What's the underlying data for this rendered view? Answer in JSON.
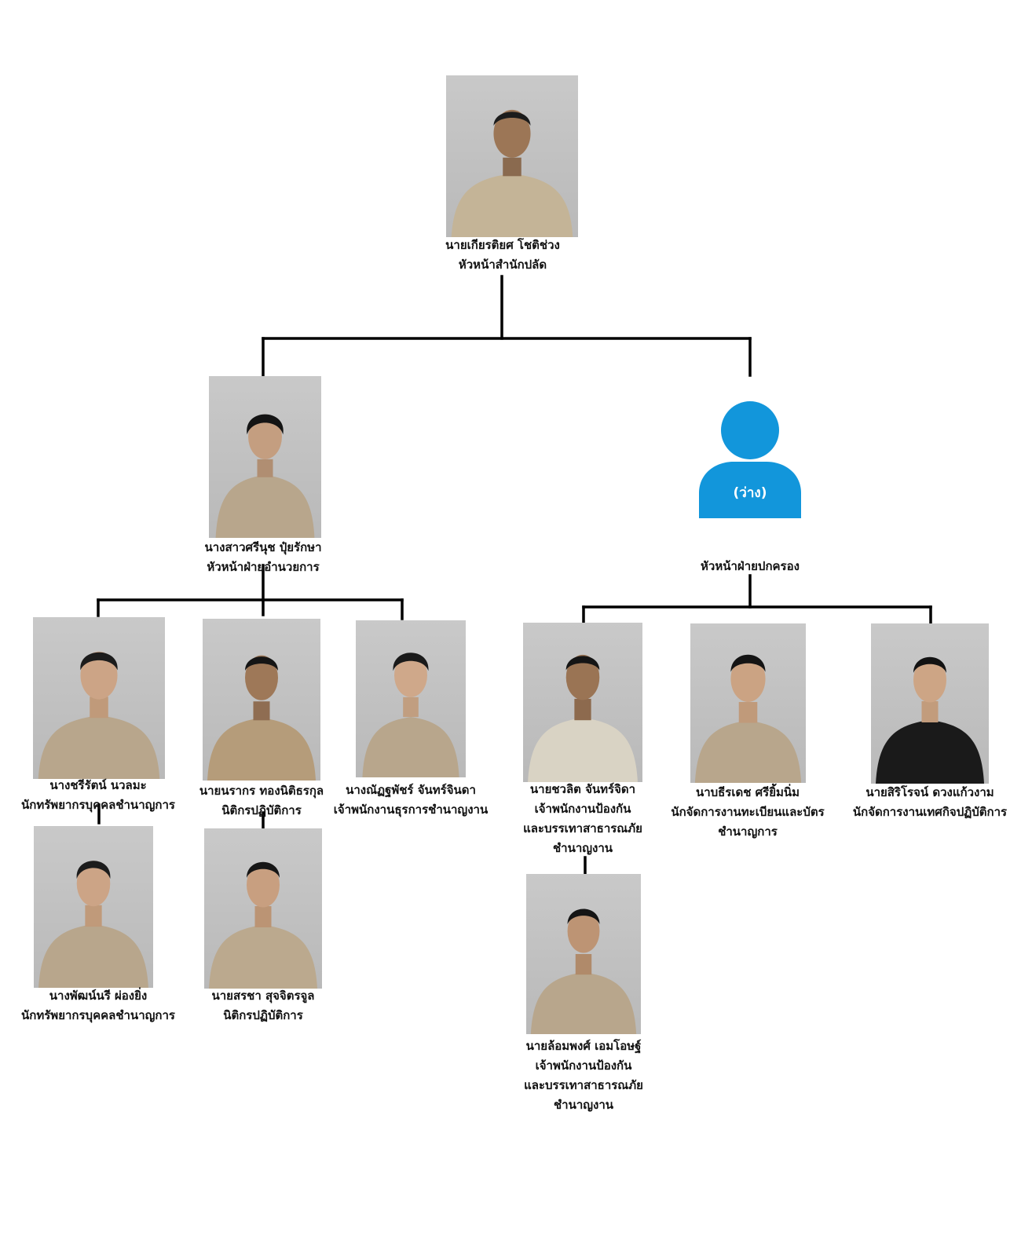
{
  "colors": {
    "line": "#000000",
    "avatar": "#1296db",
    "uniform_khaki": "#b8a68c",
    "uniform_white": "#d9d3c4",
    "uniform_black": "#1a1a1a"
  },
  "head": {
    "name": "นายเกียรติยศ โชติช่วง",
    "title": "หัวหน้าสำนักปลัด"
  },
  "admin": {
    "head": {
      "name": "นางสาวศรีนุช ปุ๋ยรักษา",
      "title": "หัวหน้าฝ่ายอำนวยการ"
    },
    "staff": [
      {
        "name": "นางชรีรัตน์ นวลมะ",
        "title": "นักทรัพยากรบุคคลชำนาญการ"
      },
      {
        "name": "นายนรากร ทองนิติธรกุล",
        "title": "นิติกรปฏิบัติการ"
      },
      {
        "name": "นางณัฏฐพัชร์ จันทร์จินดา",
        "title": "เจ้าพนักงานธุรการชำนาญงาน"
      },
      {
        "name": "นางพัฒน์นรี ผ่องยิ่ง",
        "title": "นักทรัพยากรบุคคลชำนาญการ"
      },
      {
        "name": "นายสรชา สุจจิตรจูล",
        "title": "นิติกรปฏิบัติการ"
      }
    ]
  },
  "gov": {
    "head": {
      "vacant": "(ว่าง)",
      "title": "หัวหน้าฝ่ายปกครอง",
      "avatar_icon": "person-silhouette-icon"
    },
    "staff": [
      {
        "name": "นายชวลิต จันทร์จิดา",
        "lines": [
          "เจ้าพนักงานป้องกัน",
          "และบรรเทาสาธารณภัย",
          "ชำนาญงาน"
        ]
      },
      {
        "name": "นาบธีรเดช ศรียิ้มนิ่ม",
        "lines": [
          "นักจัดการงานทะเบียนและบัตร",
          "ชำนาญการ"
        ]
      },
      {
        "name": "นายสิริโรจน์ ดวงแก้วงาม",
        "lines": [
          "นักจัดการงานเทศกิจปฏิบัติการ"
        ]
      },
      {
        "name": "นายล้อมพงศ์ เอมโอษฐ์",
        "lines": [
          "เจ้าพนักงานป้องกัน",
          "และบรรเทาสาธารณภัย",
          "ชำนาญงาน"
        ]
      }
    ]
  }
}
